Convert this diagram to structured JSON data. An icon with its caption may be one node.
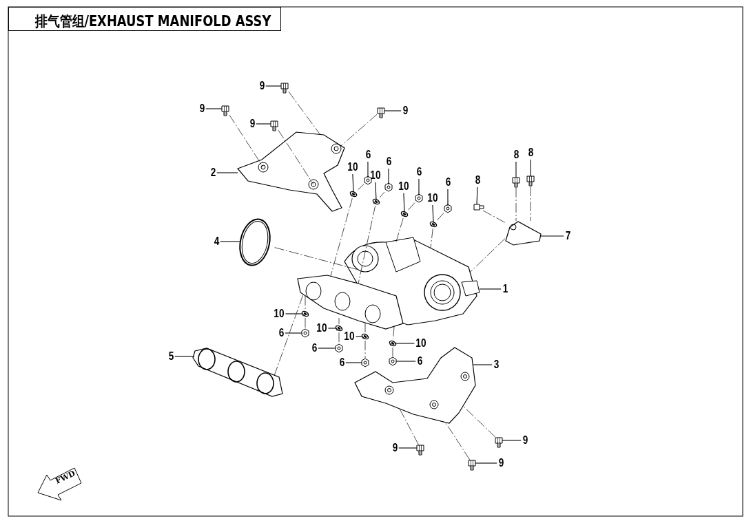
{
  "diagram": {
    "title": "排气管组/EXHAUST MANIFOLD ASSY",
    "nodes": [
      {
        "text": [
          "9"
        ]
      },
      {
        "text": [
          "9"
        ]
      },
      {
        "text": [
          "9"
        ]
      },
      {
        "text": [
          "9"
        ]
      },
      {
        "text": [
          "2"
        ]
      },
      {
        "text": [
          "10"
        ]
      },
      {
        "text": [
          "6"
        ]
      },
      {
        "text": [
          "10"
        ]
      },
      {
        "text": [
          "6"
        ]
      },
      {
        "text": [
          "10"
        ]
      },
      {
        "text": [
          "6"
        ]
      },
      {
        "text": [
          "6"
        ]
      },
      {
        "text": [
          "10"
        ]
      },
      {
        "text": [
          "8"
        ]
      },
      {
        "text": [
          "8"
        ]
      },
      {
        "text": [
          "8"
        ]
      },
      {
        "text": [
          "7"
        ]
      },
      {
        "text": [
          "4"
        ]
      },
      {
        "text": [
          "1"
        ]
      },
      {
        "text": [
          "10"
        ]
      },
      {
        "text": [
          "6"
        ]
      },
      {
        "text": [
          "10"
        ]
      },
      {
        "text": [
          "10"
        ]
      },
      {
        "text": [
          "6"
        ]
      },
      {
        "text": [
          "10"
        ]
      },
      {
        "text": [
          "6"
        ]
      },
      {
        "text": [
          "6"
        ]
      },
      {
        "text": [
          "3"
        ]
      },
      {
        "text": [
          "5"
        ]
      },
      {
        "text": [
          "9"
        ]
      },
      {
        "text": [
          "9"
        ]
      },
      {
        "text": [
          "9"
        ]
      },
      {
        "text": [],
        "shape": "picture"
      },
      {
        "text": [],
        "shape": "picture"
      },
      {
        "text": [],
        "shape": "picture"
      },
      {
        "text": [],
        "shape": "picture"
      },
      {
        "text": [],
        "shape": "picture"
      },
      {
        "text": [],
        "shape": "picture"
      },
      {
        "text": [],
        "shape": "picture"
      },
      {
        "text": [],
        "shape": "picture"
      },
      {
        "text": [],
        "shape": "picture"
      },
      {
        "text": [],
        "shape": "picture"
      },
      {
        "text": [],
        "shape": "picture"
      },
      {
        "text": [],
        "shape": "picture"
      },
      {
        "text": [],
        "shape": "picture"
      },
      {
        "text": [],
        "shape": "picture"
      },
      {
        "text": [],
        "shape": "picture"
      },
      {
        "text": [],
        "shape": "picture"
      },
      {
        "text": [],
        "shape": "picture"
      },
      {
        "text": [],
        "shape": "picture"
      },
      {
        "text": [],
        "shape": "picture"
      },
      {
        "text": [],
        "shape": "picture"
      },
      {
        "text": [],
        "shape": "picture"
      },
      {
        "text": [],
        "shape": "picture"
      },
      {
        "text": [],
        "shape": "picture"
      },
      {
        "text": [],
        "shape": "picture"
      },
      {
        "text": [],
        "shape": "picture"
      },
      {
        "text": [],
        "shape": "picture"
      },
      {
        "text": [],
        "shape": "picture"
      },
      {
        "text": [],
        "shape": "picture"
      },
      {
        "text": [],
        "shape": "picture"
      },
      {
        "text": [],
        "shape": "picture"
      },
      {
        "text": [],
        "shape": "picture"
      },
      {
        "text": [],
        "shape": "picture"
      }
    ],
    "edges": [
      {
        "from": 0,
        "to": 32,
        "arrow": "none"
      },
      {
        "from": 1,
        "to": 33,
        "arrow": "none"
      },
      {
        "from": 2,
        "to": 34,
        "arrow": "none"
      },
      {
        "from": 3,
        "to": 35,
        "arrow": "none"
      },
      {
        "from": 4,
        "to": 36,
        "arrow": "none"
      },
      {
        "from": 5,
        "to": 37,
        "arrow": "none"
      },
      {
        "from": 6,
        "to": 38,
        "arrow": "none"
      },
      {
        "from": 7,
        "to": 39,
        "arrow": "none"
      },
      {
        "from": 8,
        "to": 40,
        "arrow": "none"
      },
      {
        "from": 9,
        "to": 41,
        "arrow": "none"
      },
      {
        "from": 10,
        "to": 42,
        "arrow": "none"
      },
      {
        "from": 11,
        "to": 43,
        "arrow": "none"
      },
      {
        "from": 12,
        "to": 44,
        "arrow": "none"
      },
      {
        "from": 13,
        "to": 45,
        "arrow": "none"
      },
      {
        "from": 14,
        "to": 46,
        "arrow": "none"
      },
      {
        "from": 15,
        "to": 47,
        "arrow": "none"
      },
      {
        "from": 16,
        "to": 48,
        "arrow": "none"
      },
      {
        "from": 17,
        "to": 49,
        "arrow": "none"
      },
      {
        "from": 18,
        "to": 50,
        "arrow": "none"
      },
      {
        "from": 19,
        "to": 51,
        "arrow": "none"
      },
      {
        "from": 20,
        "to": 52,
        "arrow": "none"
      },
      {
        "from": 21,
        "to": 53,
        "arrow": "none"
      },
      {
        "from": 22,
        "to": 54,
        "arrow": "none"
      },
      {
        "from": 23,
        "to": 55,
        "arrow": "none"
      },
      {
        "from": 24,
        "to": 56,
        "arrow": "none"
      },
      {
        "from": 25,
        "to": 57,
        "arrow": "none"
      },
      {
        "from": 26,
        "to": 58,
        "arrow": "none"
      },
      {
        "from": 27,
        "to": 59,
        "arrow": "none"
      },
      {
        "from": 28,
        "to": 60,
        "arrow": "none"
      },
      {
        "from": 29,
        "to": 61,
        "arrow": "none"
      },
      {
        "from": 30,
        "to": 62,
        "arrow": "none"
      },
      {
        "from": 31,
        "to": 63,
        "arrow": "none"
      },
      {
        "from": 32,
        "to": 36,
        "arrow": "none",
        "style": "dashed"
      },
      {
        "from": 33,
        "to": 36,
        "arrow": "none",
        "style": "dashed"
      },
      {
        "from": 34,
        "to": 36,
        "arrow": "none",
        "style": "dashed"
      },
      {
        "from": 35,
        "to": 36,
        "arrow": "none",
        "style": "dashed"
      },
      {
        "from": 49,
        "to": 50,
        "arrow": "none",
        "style": "dashed"
      },
      {
        "from": 60,
        "to": 50,
        "arrow": "none",
        "style": "dashed"
      },
      {
        "from": 38,
        "to": 37,
        "arrow": "none",
        "style": "dashed"
      },
      {
        "from": 37,
        "to": 50,
        "arrow": "none",
        "style": "dashed"
      },
      {
        "from": 40,
        "to": 39,
        "arrow": "none",
        "style": "dashed"
      },
      {
        "from": 39,
        "to": 50,
        "arrow": "none",
        "style": "dashed"
      },
      {
        "from": 42,
        "to": 41,
        "arrow": "none",
        "style": "dashed"
      },
      {
        "from": 41,
        "to": 50,
        "arrow": "none",
        "style": "dashed"
      },
      {
        "from": 43,
        "to": 44,
        "arrow": "none",
        "style": "dashed"
      },
      {
        "from": 44,
        "to": 50,
        "arrow": "none",
        "style": "dashed"
      },
      {
        "from": 45,
        "to": 48,
        "arrow": "none",
        "style": "dashed"
      },
      {
        "from": 46,
        "to": 48,
        "arrow": "none",
        "style": "dashed"
      },
      {
        "from": 47,
        "to": 48,
        "arrow": "none",
        "style": "dashed"
      },
      {
        "from": 48,
        "to": 50,
        "arrow": "none",
        "style": "dashed"
      },
      {
        "from": 50,
        "to": 51,
        "arrow": "none",
        "style": "dashed"
      },
      {
        "from": 51,
        "to": 52,
        "arrow": "none",
        "style": "dashed"
      },
      {
        "from": 50,
        "to": 53,
        "arrow": "none",
        "style": "dashed"
      },
      {
        "from": 53,
        "to": 55,
        "arrow": "none",
        "style": "dashed"
      },
      {
        "from": 50,
        "to": 54,
        "arrow": "none",
        "style": "dashed"
      },
      {
        "from": 54,
        "to": 57,
        "arrow": "none",
        "style": "dashed"
      },
      {
        "from": 50,
        "to": 56,
        "arrow": "none",
        "style": "dashed"
      },
      {
        "from": 56,
        "to": 58,
        "arrow": "none",
        "style": "dashed"
      },
      {
        "from": 61,
        "to": 59,
        "arrow": "none",
        "style": "dashed"
      },
      {
        "from": 63,
        "to": 59,
        "arrow": "none",
        "style": "dashed"
      },
      {
        "from": 62,
        "to": 59,
        "arrow": "none",
        "style": "dashed"
      }
    ],
    "labels": [
      "FWD"
    ]
  }
}
